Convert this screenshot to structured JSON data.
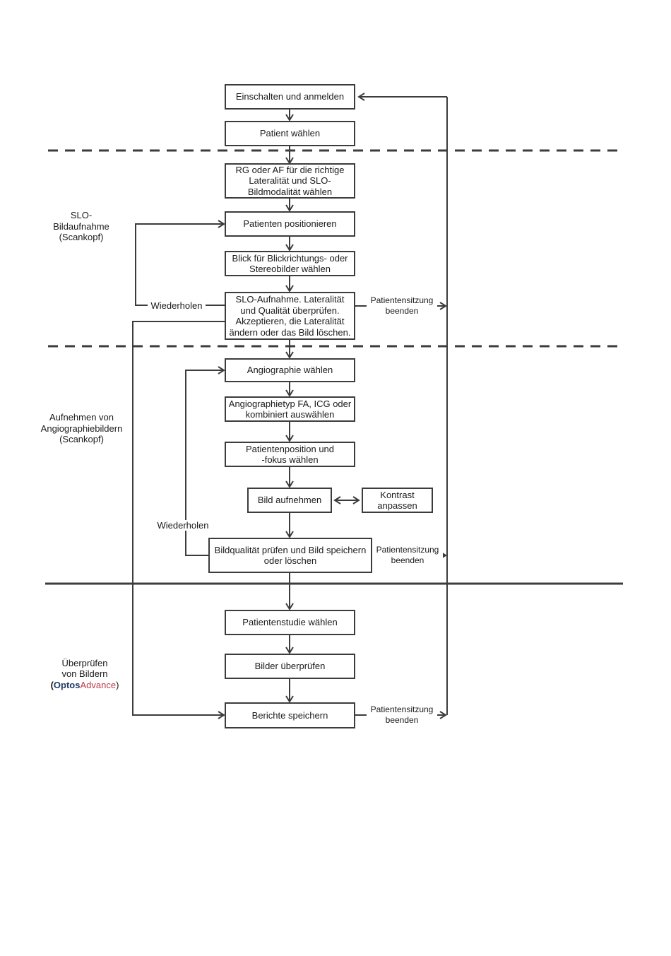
{
  "nodes": {
    "einschalten": "Einschalten und anmelden",
    "patient": "Patient wählen",
    "rg_af": "RG oder AF für die richtige\nLateralität und SLO-\nBildmodalität wählen",
    "positionieren": "Patienten positionieren",
    "blick": "Blick für Blickrichtungs- oder\nStereobilder wählen",
    "slo_aufnahme": "SLO-Aufnahme. Lateralität\nund Qualität überprüfen.\nAkzeptieren, die Lateralität\nändern oder das Bild löschen.",
    "angio_waehlen": "Angiographie wählen",
    "angio_typ": "Angiographietyp FA, ICG oder\nkombiniert auswählen",
    "position_fokus": "Patientenposition und\n-fokus wählen",
    "bild_aufnehmen": "Bild aufnehmen",
    "kontrast": "Kontrast\nanpassen",
    "bildqualitaet": "Bildqualität prüfen und Bild speichern\noder löschen",
    "studie": "Patientenstudie wählen",
    "bilder_ueberpruefen": "Bilder überprüfen",
    "berichte": "Berichte speichern"
  },
  "sections": {
    "slo": {
      "label": "SLO-\nBildaufnahme\n(Scankopf)"
    },
    "angio": {
      "label": "Aufnehmen von\nAngiographiebildern\n(Scankopf)"
    },
    "review": {
      "title": "Überprüfen\nvon Bildern",
      "paren_open": "(",
      "brand_optos": "Optos",
      "brand_advance": "Advance",
      "paren_close": ")"
    }
  },
  "labels": {
    "wiederholen_slo": "Wiederholen",
    "wiederholen_angio": "Wiederholen",
    "session_end_slo": "Patientensitzung\nbeenden",
    "session_end_angio": "Patientensitzung\nbeenden",
    "session_end_review": "Patientensitzung\nbeenden"
  },
  "colors": {
    "optos_navy": "#1F3864",
    "advance_red": "#C0394B",
    "line": "#3C3C3C"
  }
}
